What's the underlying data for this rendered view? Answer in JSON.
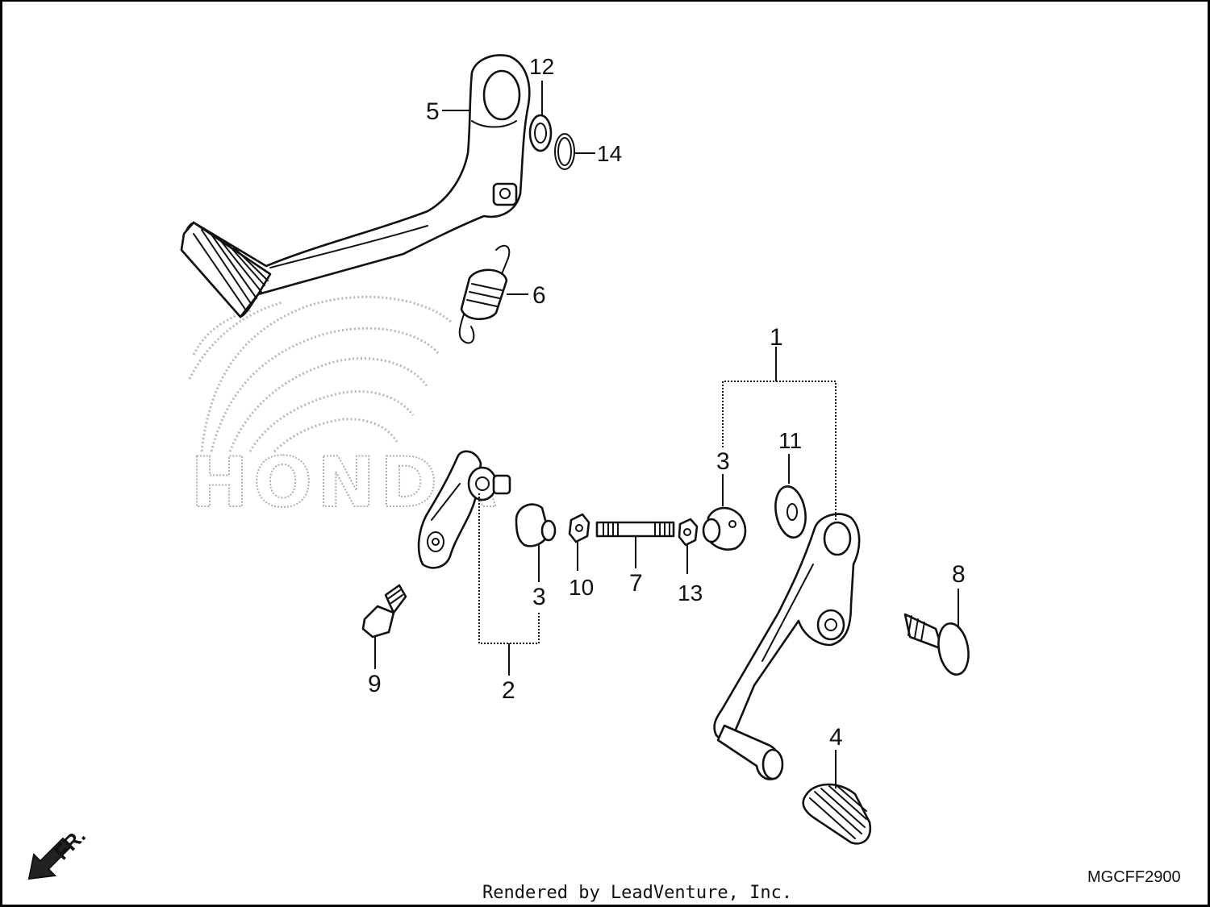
{
  "diagram": {
    "callouts": {
      "c1": "1",
      "c2": "2",
      "c3a": "3",
      "c3b": "3",
      "c4": "4",
      "c5": "5",
      "c6": "6",
      "c7": "7",
      "c8": "8",
      "c9": "9",
      "c10": "10",
      "c11": "11",
      "c12": "12",
      "c13": "13",
      "c14": "14"
    },
    "watermark_text": "HONDA",
    "direction_label": "FR.",
    "diagram_code": "MGCFF2900",
    "footer_credit": "Rendered by LeadVenture, Inc."
  }
}
